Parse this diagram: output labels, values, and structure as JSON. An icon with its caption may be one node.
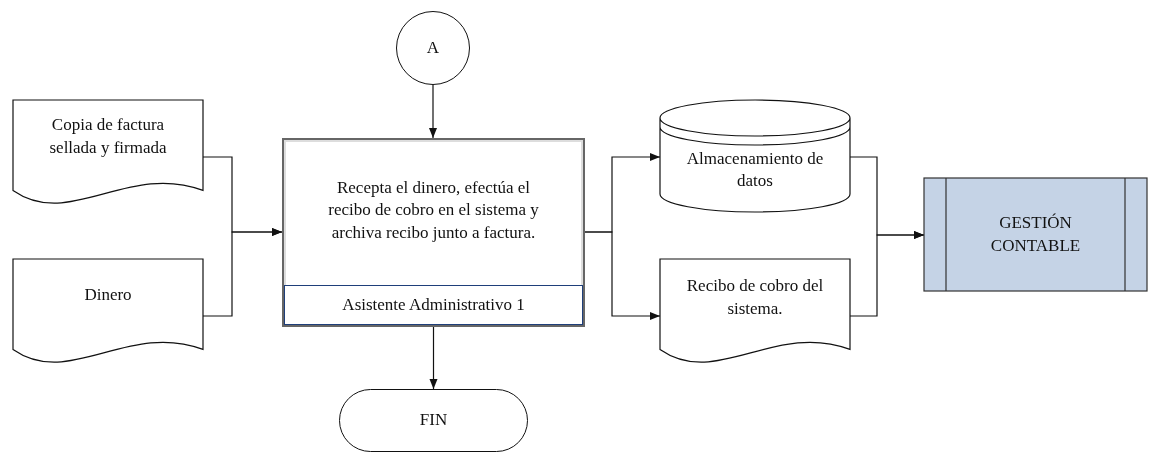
{
  "diagram": {
    "nodes": [
      {
        "text": [
          "A"
        ]
      },
      {
        "text": [
          "Copia de factura sellada y firmada"
        ]
      },
      {
        "text": [
          "Dinero"
        ]
      },
      {
        "text": [
          "Recepta el dinero, efectúa el recibo de cobro en el sistema y archiva recibo junto a factura."
        ]
      },
      {
        "text": [
          "Asistente Administrativo 1"
        ],
        "in": 3
      },
      {
        "text": [
          "FIN"
        ]
      },
      {
        "text": [
          "Almacenamiento de datos"
        ]
      },
      {
        "text": [
          "Recibo de cobro del sistema."
        ]
      },
      {
        "text": [
          "GESTIÓN CONTABLE"
        ]
      }
    ],
    "edges": [
      {
        "from": 0,
        "to": 3,
        "arrow": "to"
      },
      {
        "from": 1,
        "to": 3,
        "arrow": "to"
      },
      {
        "from": 2,
        "to": 3,
        "arrow": "to"
      },
      {
        "from": 3,
        "to": 5,
        "arrow": "to"
      },
      {
        "from": 3,
        "to": 6,
        "arrow": "to"
      },
      {
        "from": 3,
        "to": 7,
        "arrow": "to"
      },
      {
        "from": 6,
        "to": 8,
        "arrow": "to"
      },
      {
        "from": 7,
        "to": 8,
        "arrow": "to"
      }
    ]
  }
}
